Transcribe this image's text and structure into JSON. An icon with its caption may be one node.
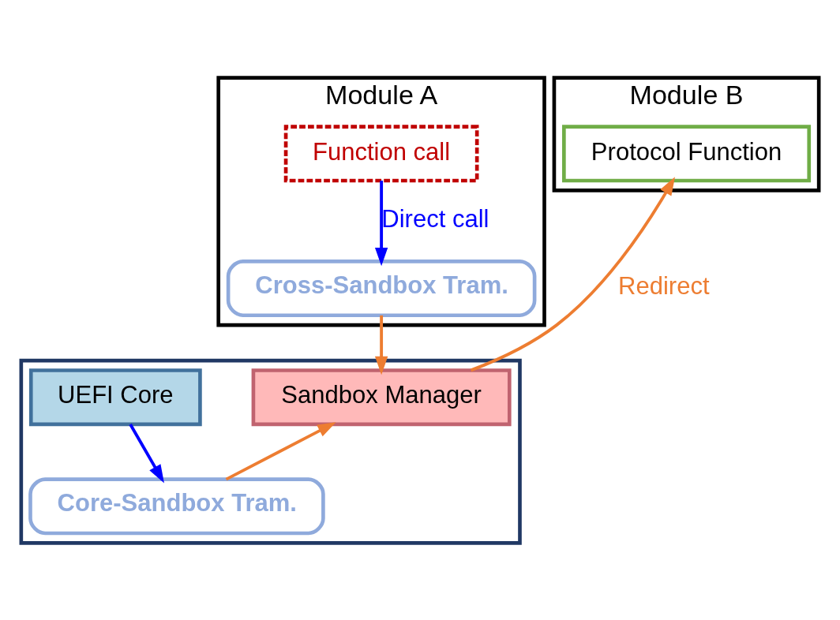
{
  "diagram": {
    "nodes": [
      {
        "text": [
          "Module A"
        ]
      },
      {
        "text": [
          "Function call"
        ],
        "in": 0
      },
      {
        "text": [
          "Cross-Sandbox Tram."
        ],
        "in": 0
      },
      {
        "text": [
          "Module B"
        ]
      },
      {
        "text": [
          "Protocol Function"
        ],
        "in": 3
      },
      {
        "text": [],
        "shape": "box"
      },
      {
        "text": [
          "Sandbox Manager"
        ],
        "in": 5
      },
      {
        "text": [
          "UEFI Core"
        ],
        "in": 5
      },
      {
        "text": [
          "Core-Sandbox Tram."
        ],
        "in": 5
      }
    ],
    "edges": [
      {
        "from": 1,
        "to": 2,
        "arrow": "to",
        "label": "Direct call",
        "color": "#0000ff"
      },
      {
        "from": 2,
        "to": 6,
        "arrow": "to"
      },
      {
        "from": 6,
        "to": 4,
        "arrow": "to",
        "label": "Redirect"
      },
      {
        "from": 8,
        "to": 6,
        "arrow": "to"
      },
      {
        "from": 7,
        "to": 8,
        "arrow": "to",
        "color": "#0000ff"
      }
    ]
  }
}
